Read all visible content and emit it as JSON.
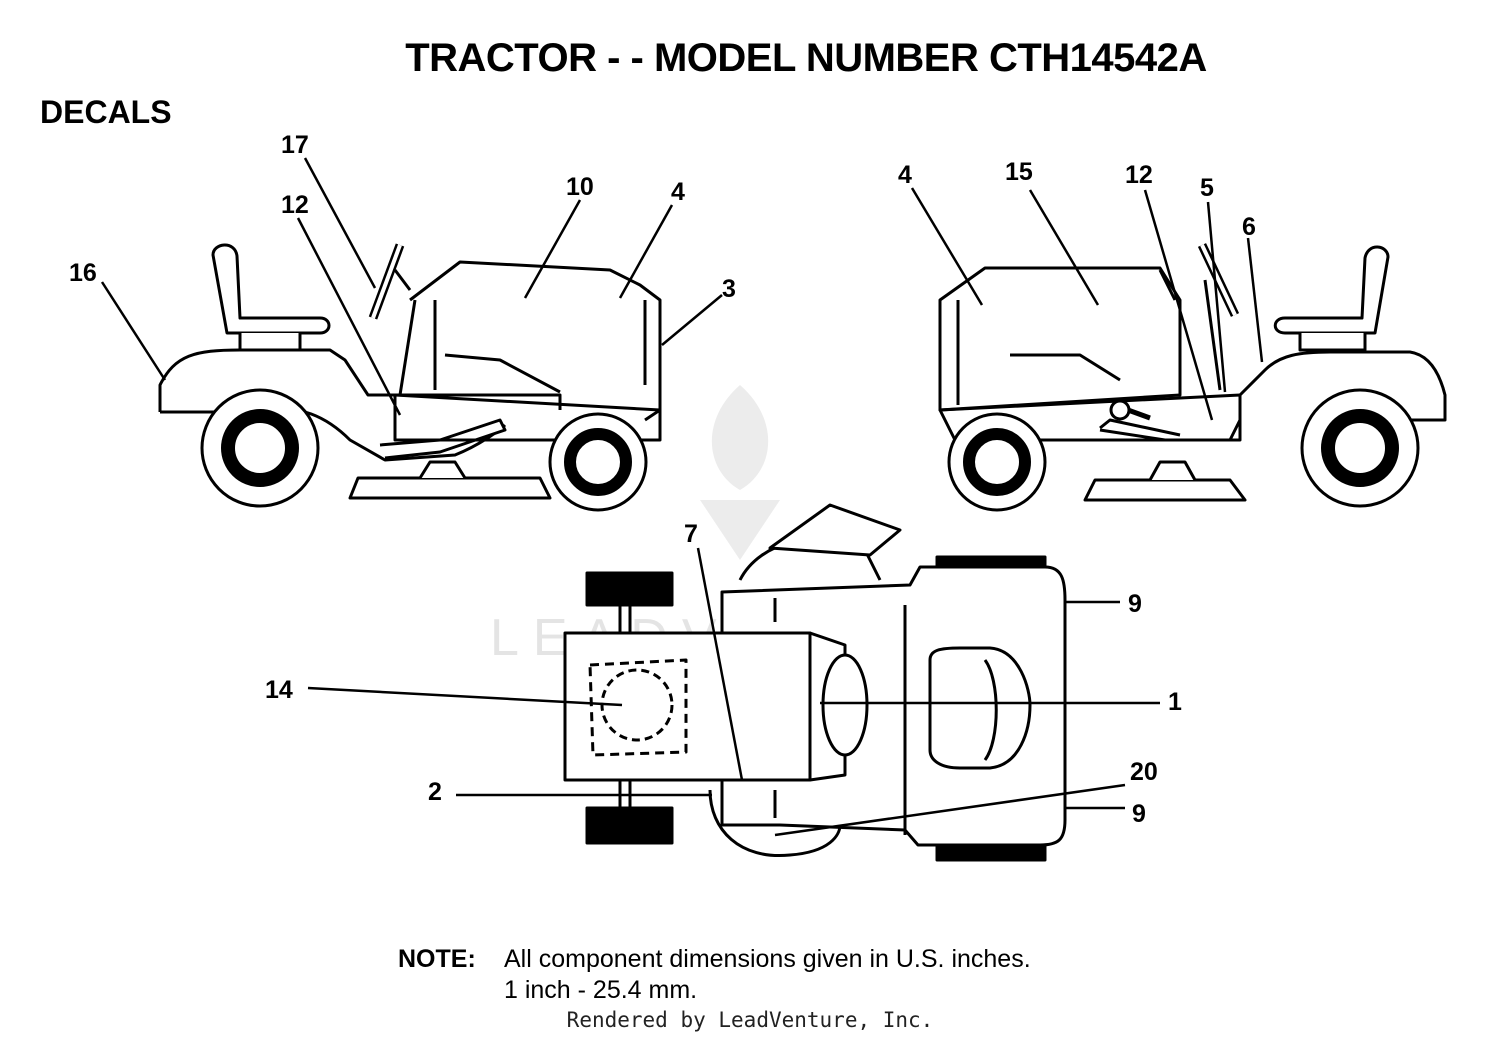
{
  "title": "TRACTOR - - MODEL NUMBER CTH14542A",
  "section": "DECALS",
  "callouts": {
    "left_side": [
      "16",
      "17",
      "12",
      "10",
      "4",
      "3"
    ],
    "right_side": [
      "4",
      "15",
      "12",
      "5",
      "6"
    ],
    "top_view": [
      "7",
      "9",
      "14",
      "1",
      "2",
      "20",
      "9"
    ]
  },
  "note": {
    "label": "NOTE:",
    "line1": "All component dimensions given in U.S. inches.",
    "line2": "1 inch - 25.4 mm."
  },
  "watermark": "LEADVENTURE",
  "footer": "Rendered by LeadVenture, Inc."
}
